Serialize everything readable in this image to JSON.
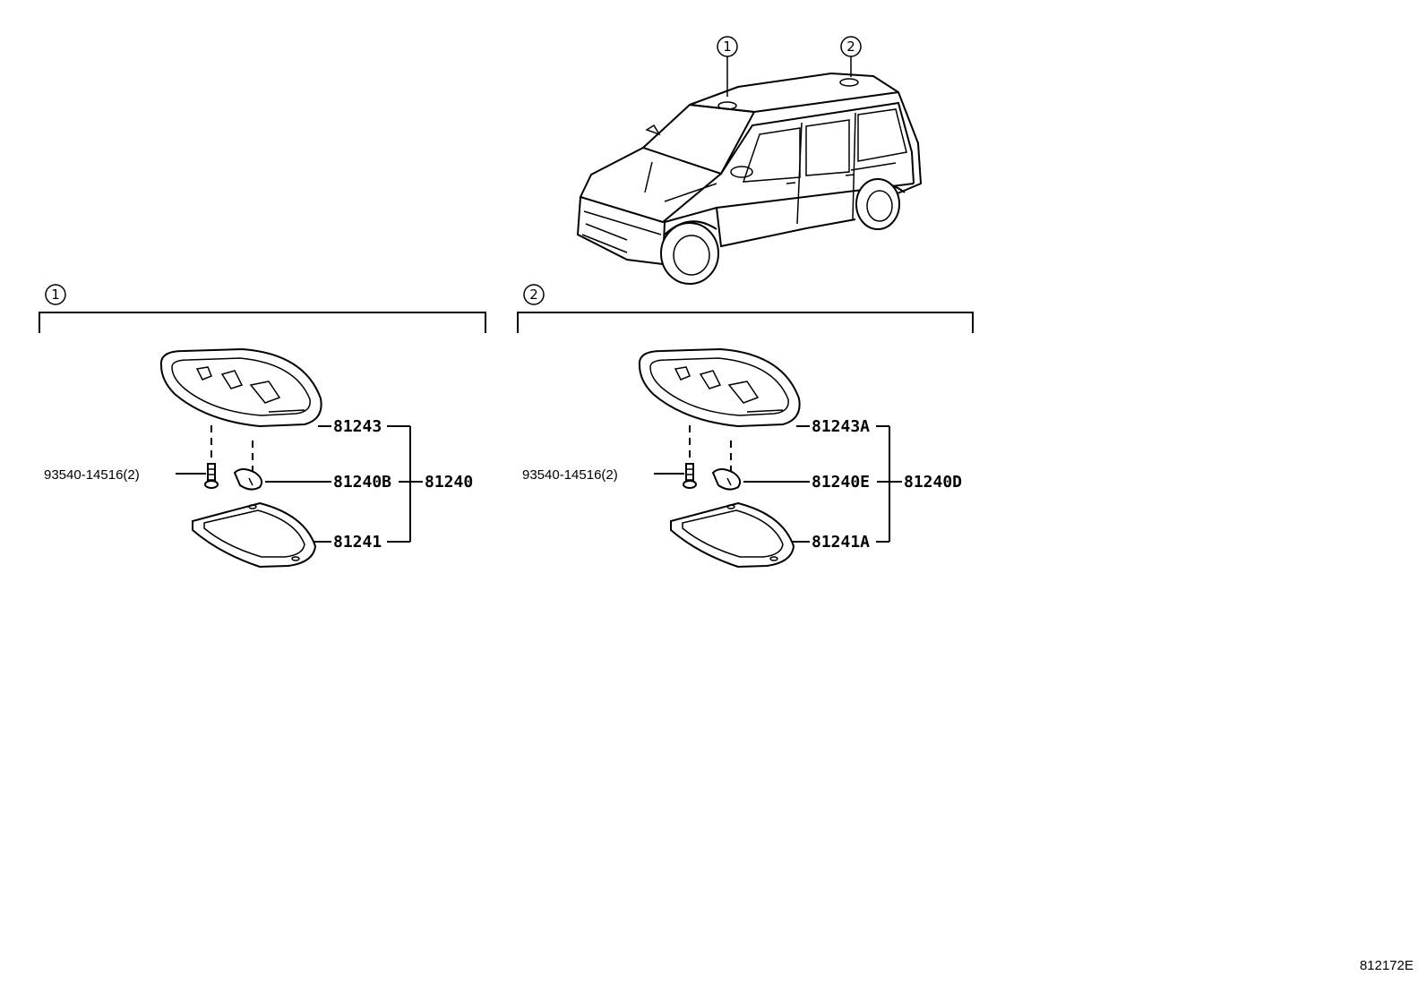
{
  "diagram_code": "812172E",
  "vehicle": {
    "callouts": [
      "1",
      "2"
    ]
  },
  "groups": [
    {
      "marker": "1",
      "screw": "93540-14516(2)",
      "parts": {
        "lens_housing": "81243",
        "bulb": "81240B",
        "cover": "81241",
        "assembly": "81240"
      }
    },
    {
      "marker": "2",
      "screw": "93540-14516(2)",
      "parts": {
        "lens_housing": "81243A",
        "bulb": "81240E",
        "cover": "81241A",
        "assembly": "81240D"
      }
    }
  ]
}
